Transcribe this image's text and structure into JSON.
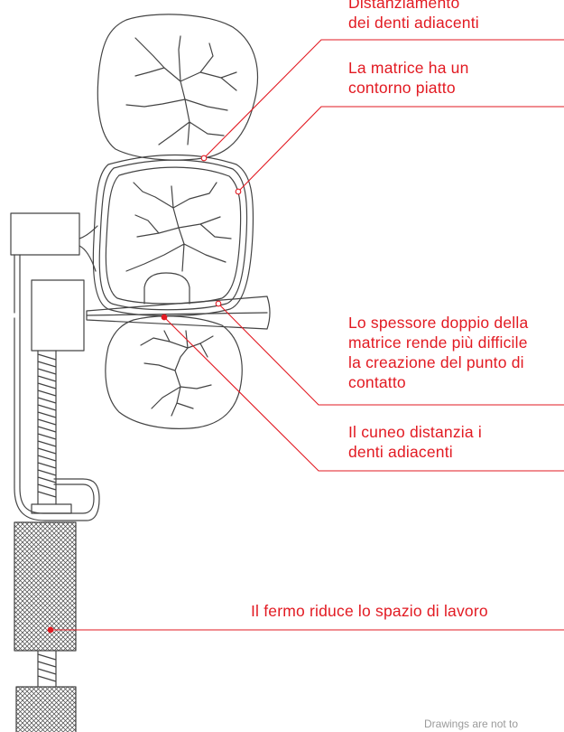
{
  "colors": {
    "accent": "#e21a22",
    "line": "#444444",
    "muted": "#9a9a9a"
  },
  "labels": {
    "distanziamento": "Distanziamento\ndei denti adiacenti",
    "matrice": "La matrice ha un\ncontorno piatto",
    "spessore": "Lo spessore doppio della\nmatrice rende più difficile\nla creazione del punto di\ncontatto",
    "cuneo": "Il cuneo distanzia i\ndenti adiacenti",
    "fermo": "Il fermo riduce lo spazio di lavoro"
  },
  "footnote": "Drawings are not to"
}
